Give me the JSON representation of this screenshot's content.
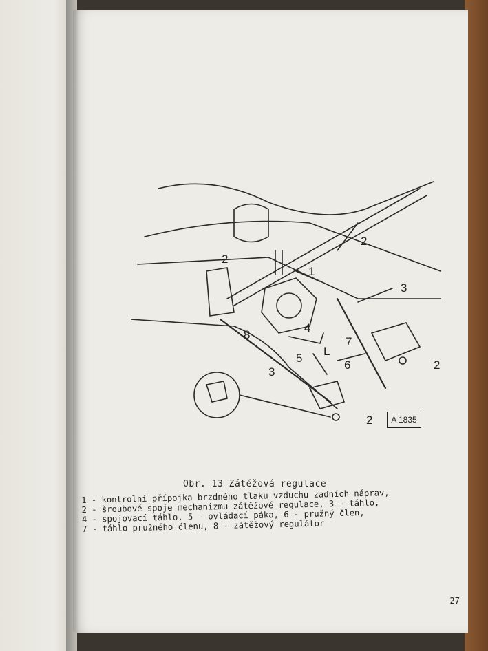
{
  "figure": {
    "id_label": "A 1835",
    "part_labels": [
      "1",
      "2",
      "2",
      "2",
      "2",
      "3",
      "3",
      "4",
      "5",
      "6",
      "7",
      "8",
      "L"
    ]
  },
  "caption": "Obr. 13  Zátěžová regulace",
  "legend_lines": [
    "1 - kontrolní přípojka brzdného tlaku vzduchu zadních náprav,",
    "2 - šroubové spoje mechanizmu zátěžové regulace, 3 - táhlo,",
    "4 - spojovací táhlo, 5 - ovládací páka, 6 - pružný člen,",
    "7 - táhlo pružného členu, 8 - zátěžový regulátor"
  ],
  "page_number": "27"
}
